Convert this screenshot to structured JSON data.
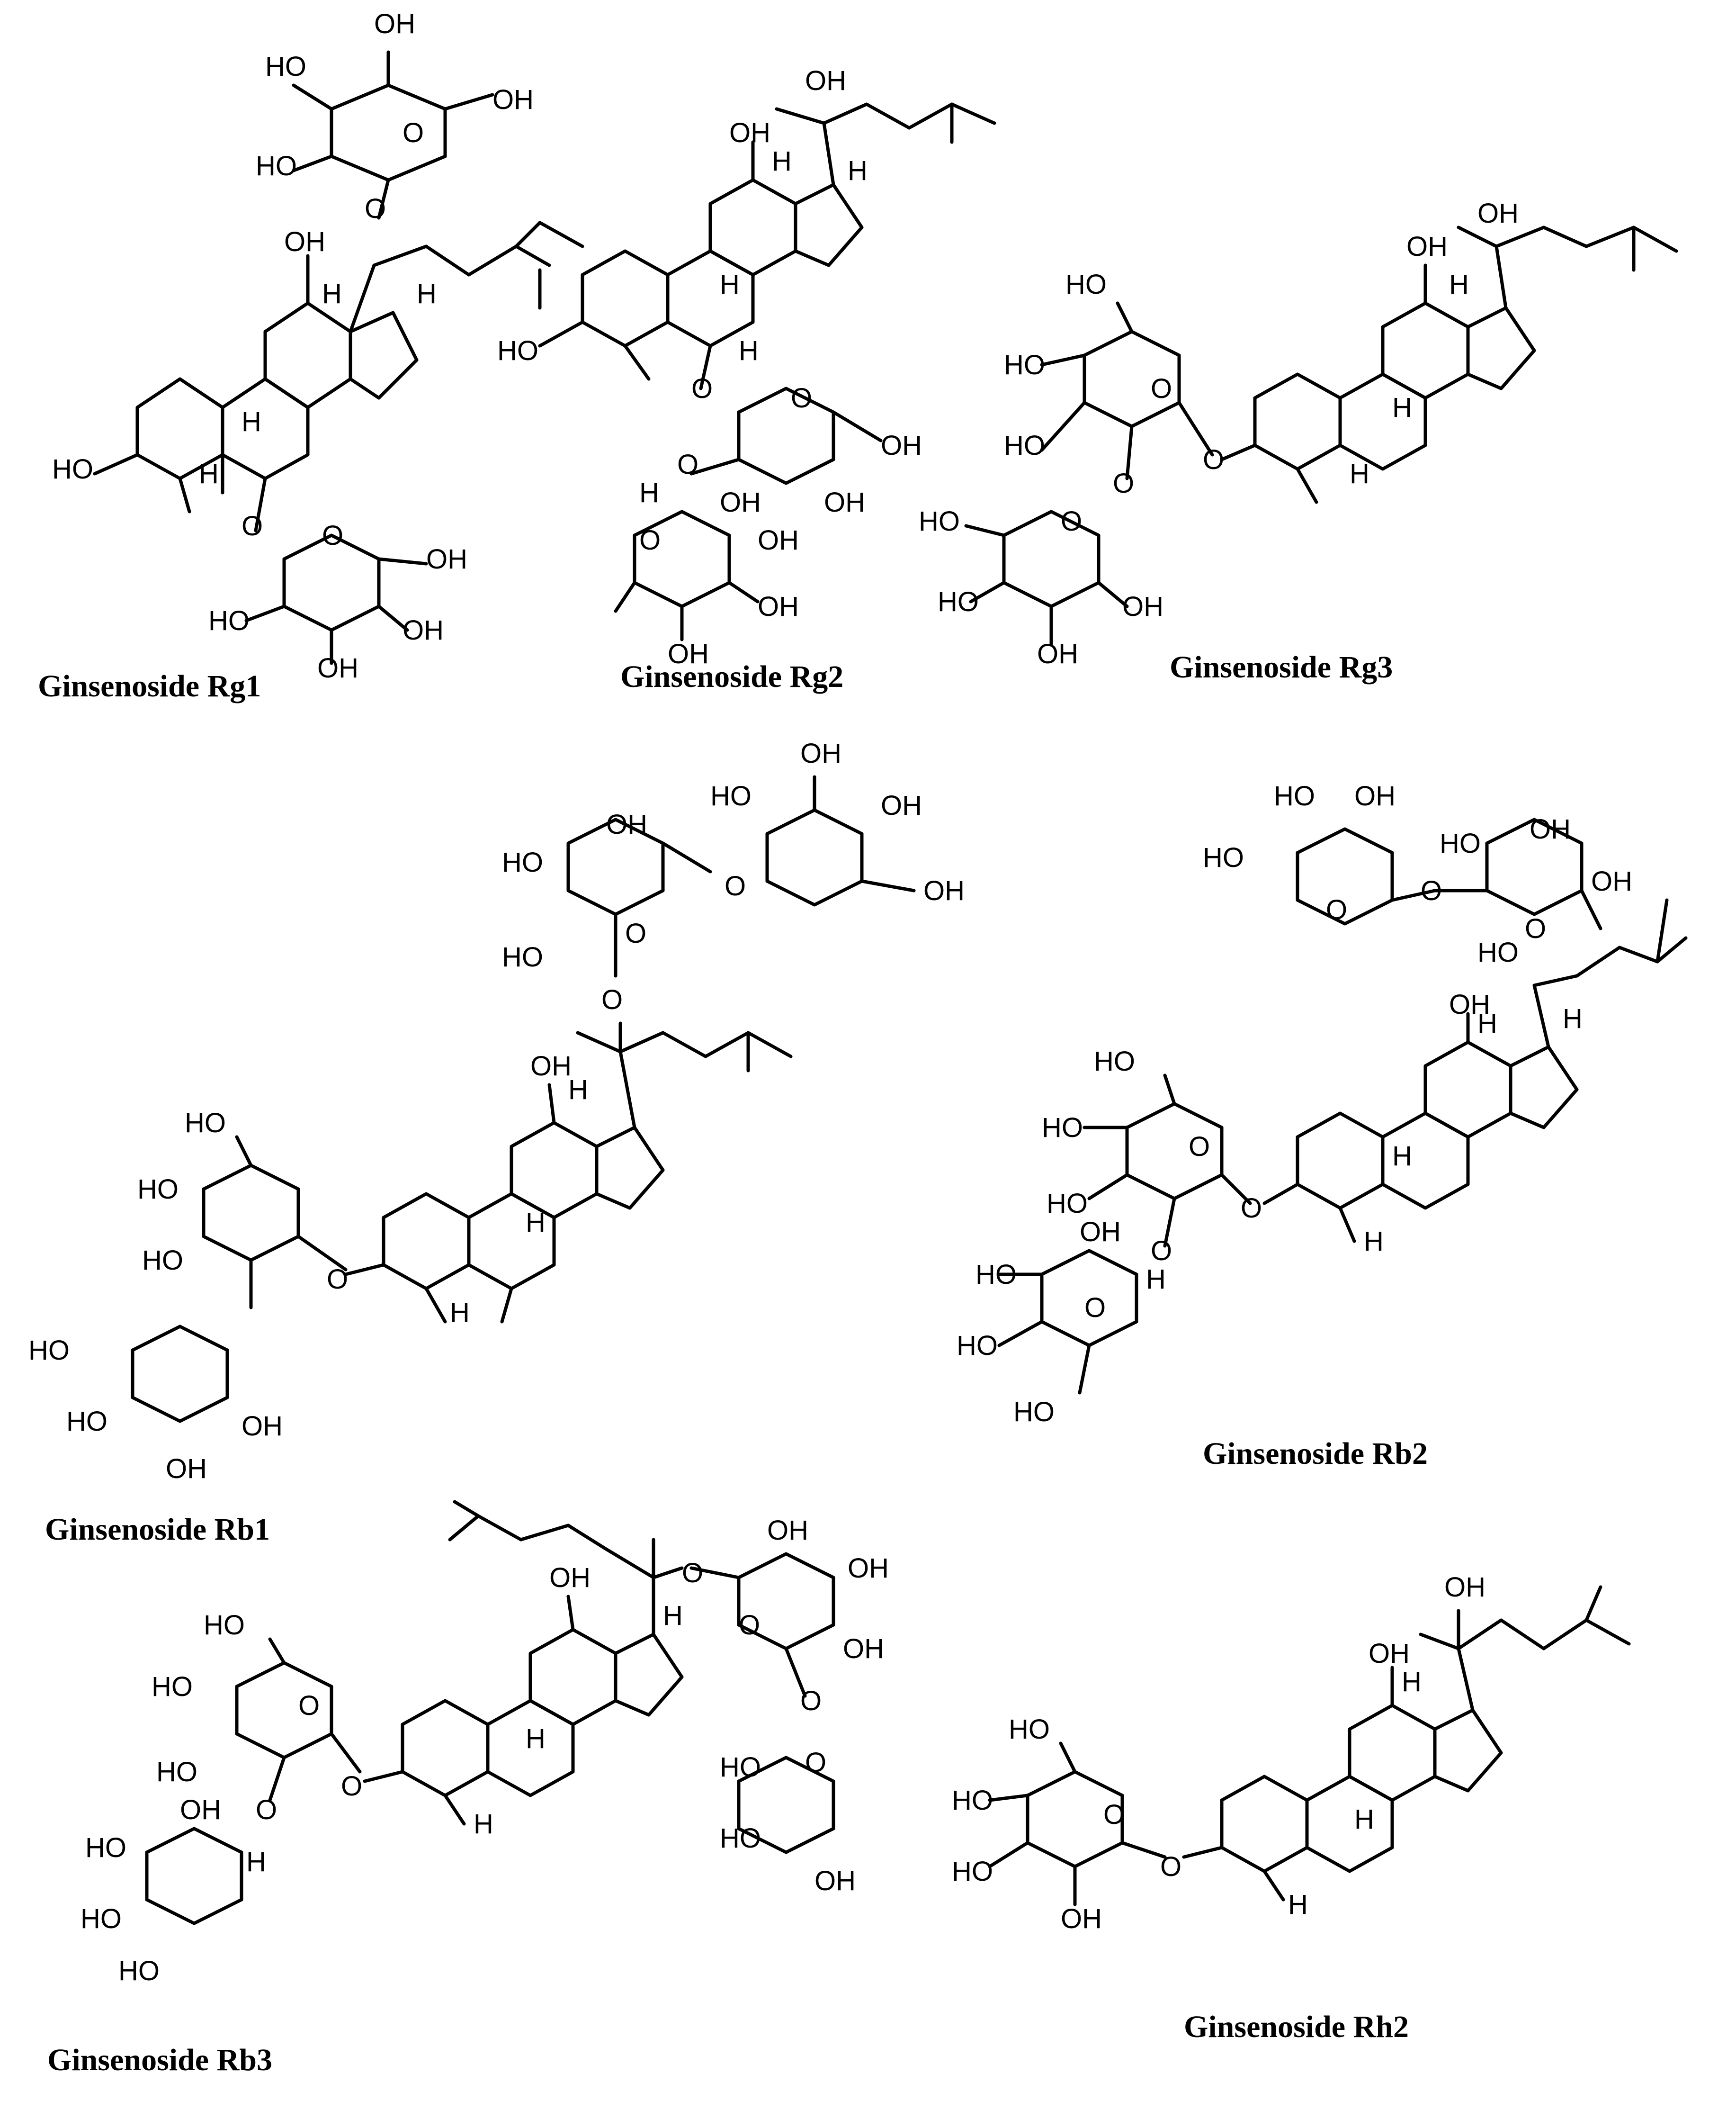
{
  "figure": {
    "compounds": [
      {
        "id": "rg1",
        "name": "Ginsenoside Rg1"
      },
      {
        "id": "rg2",
        "name": "Ginsenoside Rg2"
      },
      {
        "id": "rg3",
        "name": "Ginsenoside Rg3"
      },
      {
        "id": "rb1",
        "name": "Ginsenoside Rb1"
      },
      {
        "id": "rb2",
        "name": "Ginsenoside Rb2"
      },
      {
        "id": "rb3",
        "name": "Ginsenoside Rb3"
      },
      {
        "id": "rh2",
        "name": "Ginsenoside Rh2"
      }
    ],
    "atom_labels": {
      "oh": "OH",
      "ho": "HO",
      "o": "O",
      "h": "H"
    }
  }
}
